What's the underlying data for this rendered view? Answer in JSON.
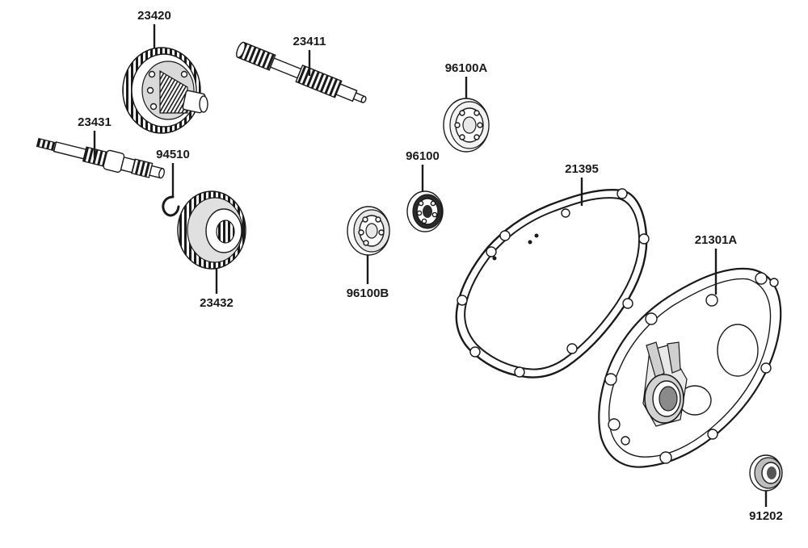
{
  "diagram": {
    "parts": [
      {
        "id": "p23420",
        "label": "23420"
      },
      {
        "id": "p23411",
        "label": "23411"
      },
      {
        "id": "p96100A",
        "label": "96100A"
      },
      {
        "id": "p23431",
        "label": "23431"
      },
      {
        "id": "p94510",
        "label": "94510"
      },
      {
        "id": "p96100",
        "label": "96100"
      },
      {
        "id": "p21395",
        "label": "21395"
      },
      {
        "id": "p21301A",
        "label": "21301A"
      },
      {
        "id": "p23432",
        "label": "23432"
      },
      {
        "id": "p96100B",
        "label": "96100B"
      },
      {
        "id": "p91202",
        "label": "91202"
      }
    ]
  }
}
